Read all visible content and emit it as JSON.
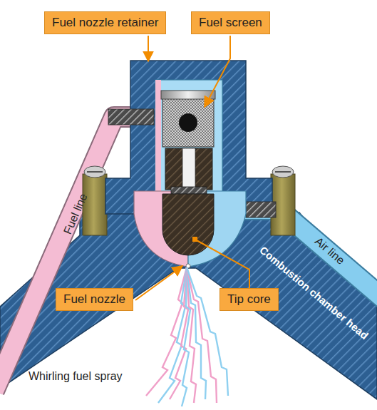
{
  "diagram": {
    "nodes": [
      {
        "text": [
          "Fuel nozzle retainer"
        ]
      },
      {
        "text": [
          "Fuel screen"
        ]
      },
      {
        "text": [
          "Fuel nozzle"
        ]
      },
      {
        "text": [
          "Tip core"
        ]
      }
    ],
    "labels": [
      "Fuel line",
      "Air line",
      "Combustion chamber head",
      "Whirling fuel spray"
    ]
  }
}
